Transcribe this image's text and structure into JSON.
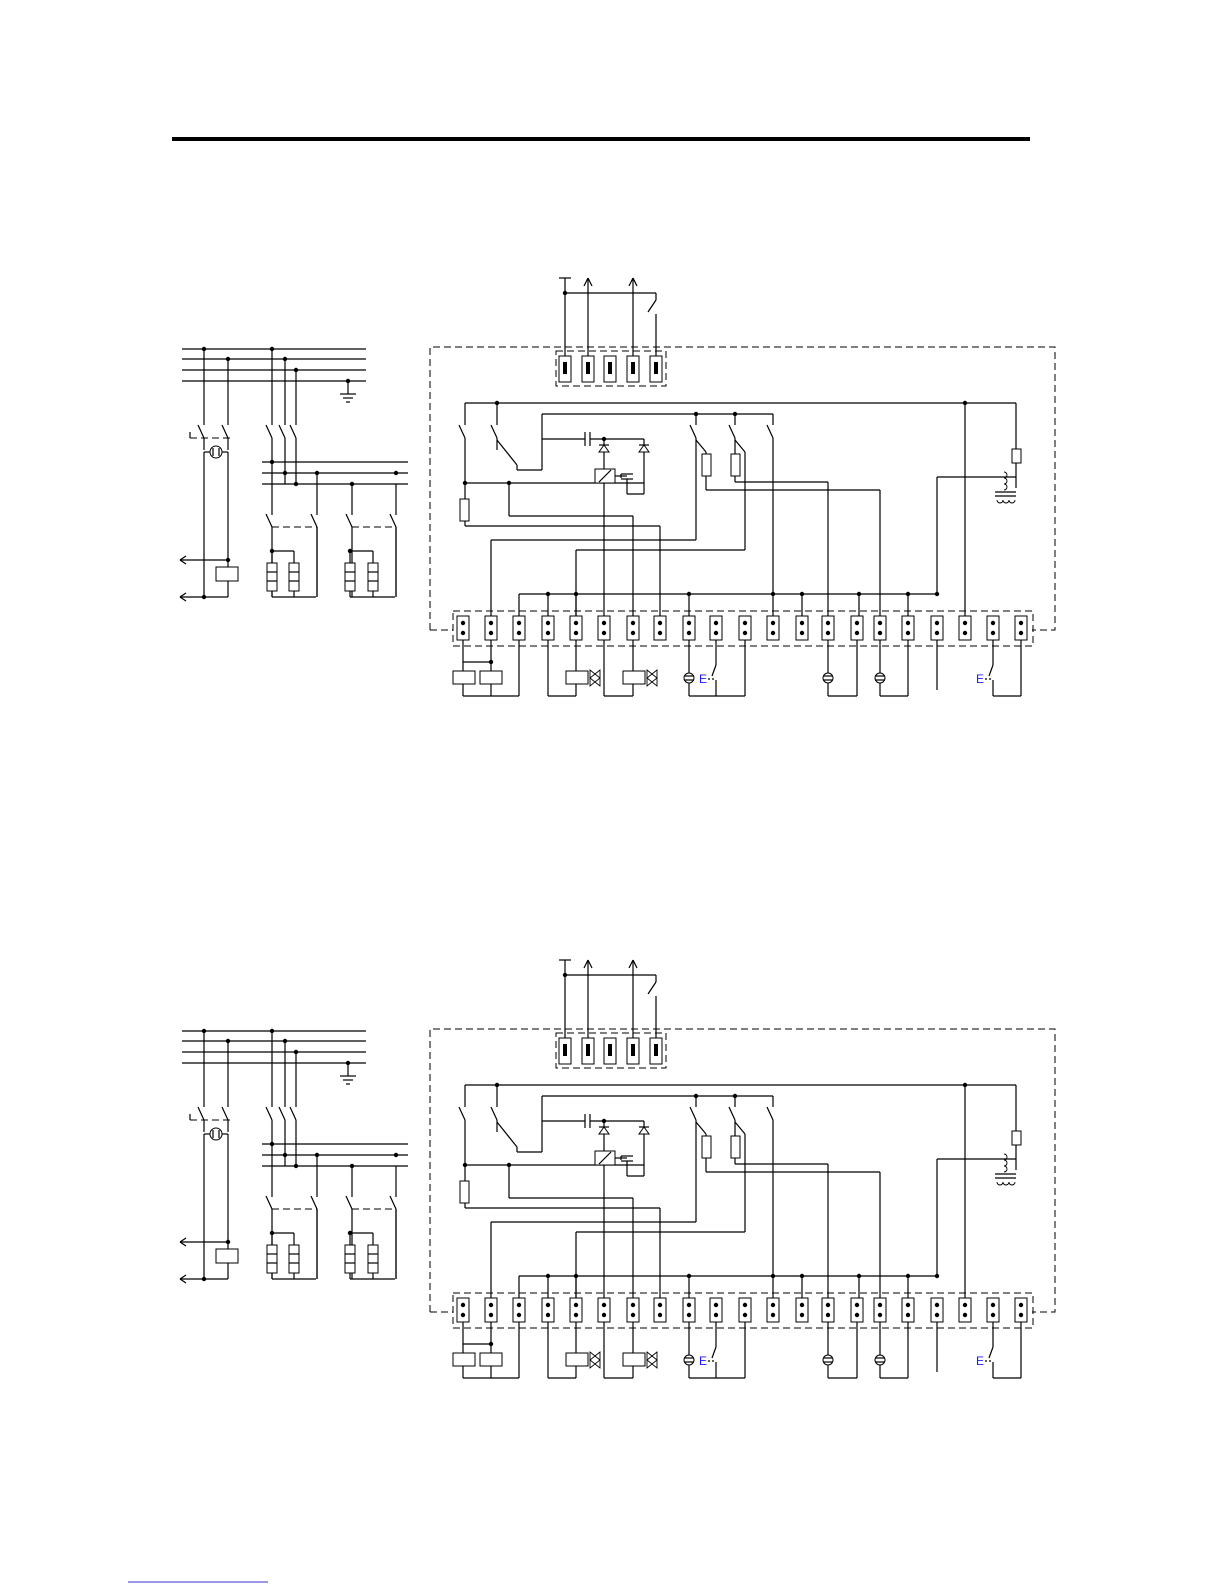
{
  "colors": {
    "line": "#000000",
    "accent_label": "#1a1aff",
    "link_underline": "#3333cc"
  },
  "diagrams": [
    {
      "earth_switch_label_1": "E",
      "earth_switch_label_2": "E"
    },
    {
      "earth_switch_label_1": "E",
      "earth_switch_label_2": "E"
    }
  ],
  "icons": [
    "earth-ground-icon",
    "motor-icon",
    "capacitor-icon",
    "diode-icon",
    "relay-coil-icon",
    "resistor-icon",
    "transformer-icon",
    "lamp-icon",
    "solenoid-valve-icon",
    "terminal-block-icon",
    "heater-element-icon"
  ]
}
